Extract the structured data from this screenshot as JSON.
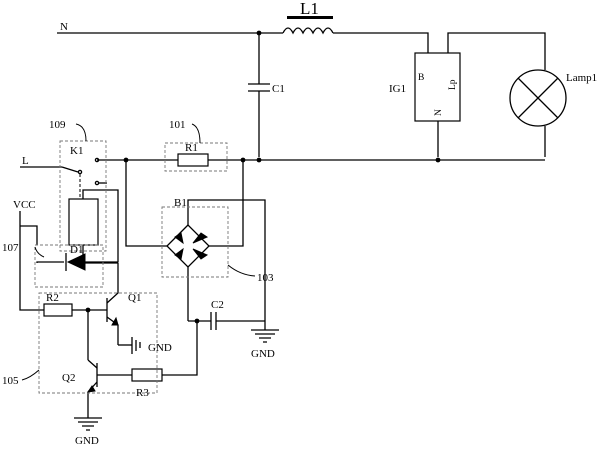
{
  "labels": {
    "n_line": "N",
    "l_line": "L",
    "inductor": "L1",
    "capacitor1": "C1",
    "igniter": "IG1",
    "ig_pin_b": "B",
    "ig_pin_lp": "Lp",
    "ig_pin_n": "N",
    "lamp": "Lamp1",
    "ref_109": "109",
    "ref_101": "101",
    "ref_107": "107",
    "ref_103": "103",
    "ref_105": "105",
    "relay": "K1",
    "resistor1": "R1",
    "bridge": "B1",
    "vcc": "VCC",
    "diode": "D1",
    "resistor2": "R2",
    "transistor1": "Q1",
    "gnd1": "GND",
    "capacitor2": "C2",
    "gnd2": "GND",
    "transistor2": "Q2",
    "resistor3": "R3",
    "gnd3": "GND"
  }
}
